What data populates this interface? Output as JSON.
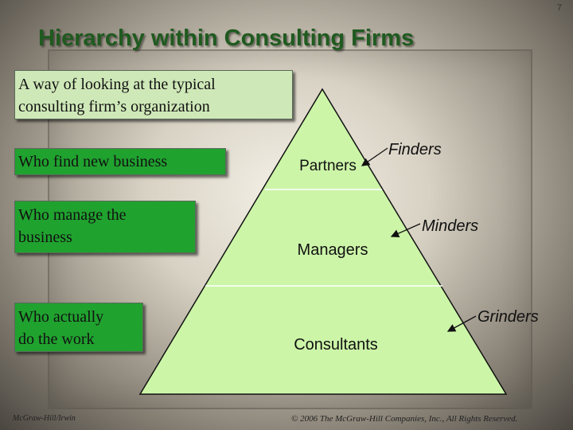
{
  "slide_number": "7",
  "title": "Hierarchy within Consulting Firms",
  "intro_box": {
    "line1": "A way of looking at the typical",
    "line2": "consulting firm’s organization"
  },
  "role_boxes": {
    "find": "Who find new business",
    "manage_line1": "Who manage the",
    "manage_line2": "business",
    "work_line1": "Who actually",
    "work_line2": "do the work"
  },
  "pyramid": {
    "levels": [
      "Partners",
      "Managers",
      "Consultants"
    ],
    "labels": [
      "Finders",
      "Minders",
      "Grinders"
    ]
  },
  "footer": {
    "left": "McGraw-Hill/Irwin",
    "right": "© 2006 The McGraw-Hill Companies, Inc., All Rights Reserved."
  },
  "colors": {
    "pyramid_fill": "#ccf5a8",
    "box_green": "#20a22f",
    "title": "#1f5a1f"
  }
}
